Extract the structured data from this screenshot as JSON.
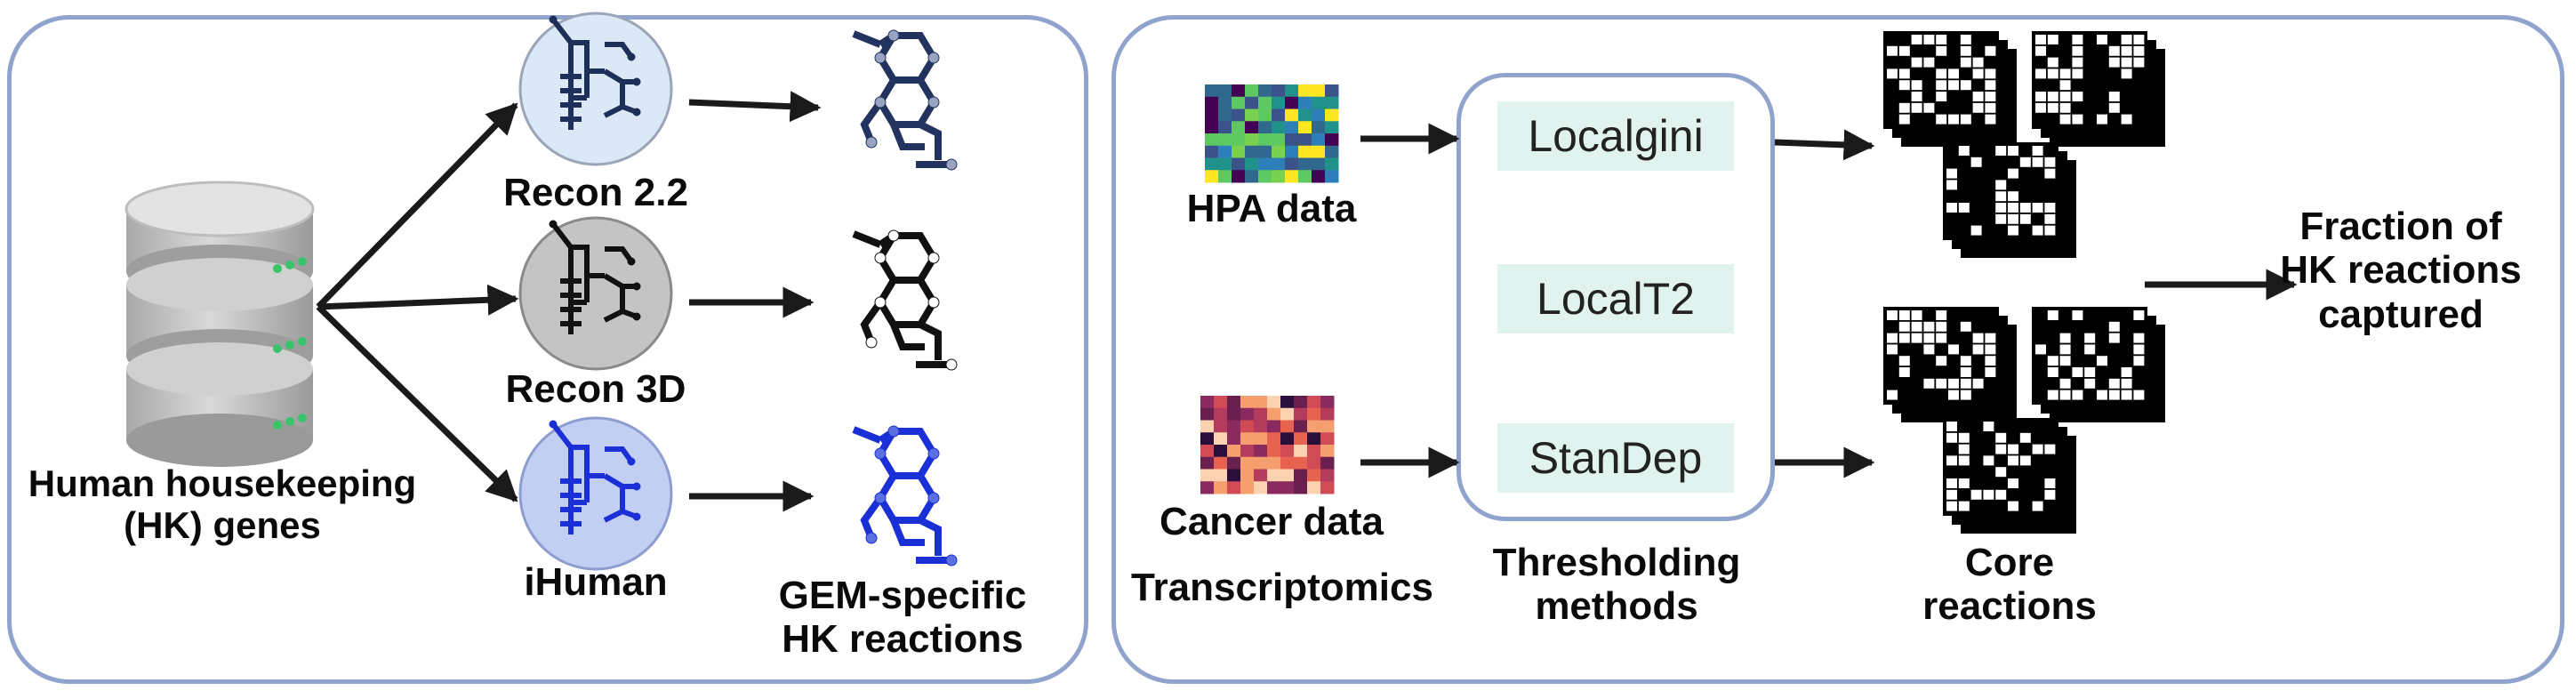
{
  "left_panel": {
    "database_label": [
      "Human housekeeping",
      "(HK) genes"
    ],
    "models": [
      {
        "label": "Recon 2.2",
        "fill": "#dbe8f5",
        "net_color": "#1e2f5a"
      },
      {
        "label": "Recon 3D",
        "fill": "#c4c4c4",
        "net_color": "#111111"
      },
      {
        "label": "iHuman",
        "fill": "#c3cff2",
        "net_color": "#1a2fd6"
      }
    ],
    "output_label": [
      "GEM-specific",
      "HK reactions"
    ]
  },
  "right_panel": {
    "inputs": [
      {
        "label": "HPA data"
      },
      {
        "label": "Cancer data"
      }
    ],
    "inputs_caption": "Transcriptomics",
    "methods": [
      "Localgini",
      "LocalT2",
      "StanDep"
    ],
    "methods_caption": [
      "Thresholding",
      "methods"
    ],
    "core_caption": [
      "Core",
      "reactions"
    ],
    "result_label": [
      "Fraction of",
      "HK  reactions",
      "captured"
    ]
  },
  "colors": {
    "panel_border": "#8fa3cc",
    "pill_background": "#e0f3ee",
    "arrow": "#1a1a1a"
  }
}
